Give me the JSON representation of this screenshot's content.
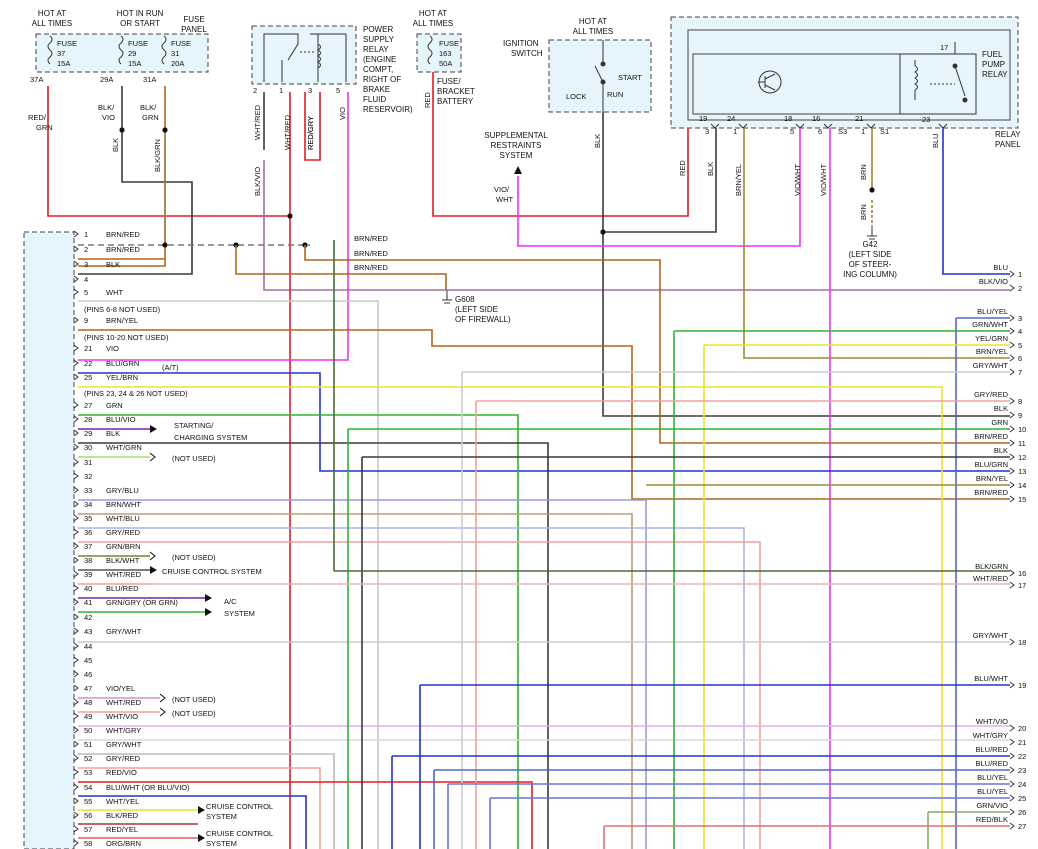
{
  "headers": [
    {
      "id": "hdr-hot-37",
      "lines": [
        "HOT AT",
        "ALL TIMES"
      ]
    },
    {
      "id": "hdr-hot-run",
      "lines": [
        "HOT IN RUN",
        "OR START"
      ]
    },
    {
      "id": "hdr-fuse-panel",
      "lines": [
        "FUSE",
        "PANEL"
      ]
    },
    {
      "id": "hdr-hot-163",
      "lines": [
        "HOT AT",
        "ALL TIMES"
      ]
    },
    {
      "id": "hdr-hot-ign",
      "lines": [
        "HOT AT",
        "ALL TIMES"
      ]
    }
  ],
  "fuses": [
    {
      "id": "fuse-37",
      "name": "FUSE",
      "number": "37",
      "rating": "15A",
      "terminal": "37A"
    },
    {
      "id": "fuse-29",
      "name": "FUSE",
      "number": "29",
      "rating": "15A",
      "terminal": "29A"
    },
    {
      "id": "fuse-31",
      "name": "FUSE",
      "number": "31",
      "rating": "20A",
      "terminal": "31A"
    },
    {
      "id": "fuse-163",
      "name": "FUSE",
      "number": "163",
      "rating": "50A",
      "terminal": ""
    }
  ],
  "components": {
    "power_supply_relay": {
      "lines": [
        "POWER",
        "SUPPLY",
        "RELAY",
        "(ENGINE",
        "COMPT,",
        "RIGHT OF",
        "BRAKE",
        "FLUID",
        "RESERVOIR)"
      ],
      "pins": [
        "2",
        "1",
        "3",
        "5"
      ]
    },
    "fuse_bracket": {
      "lines": [
        "FUSE/",
        "BRACKET",
        "BATTERY"
      ]
    },
    "ignition_switch": {
      "lines": [
        "IGNITION",
        "SWITCH"
      ],
      "positions": [
        "LOCK",
        "RUN",
        "START"
      ]
    },
    "fuel_pump_relay": {
      "lines": [
        "FUEL",
        "PUMP",
        "RELAY"
      ],
      "pin_top": "17",
      "pin_bottom": "23"
    },
    "relay_panel": {
      "lines": [
        "RELAY",
        "PANEL"
      ]
    },
    "srs": {
      "lines": [
        "SUPPLEMENTAL",
        "RESTRAINTS",
        "SYSTEM"
      ]
    },
    "g608": {
      "lines": [
        "G608",
        "(LEFT SIDE",
        "OF FIREWALL)"
      ]
    },
    "g42": {
      "lines": [
        "G42",
        "(LEFT SIDE",
        "OF STEER-",
        "ING COLUMN)"
      ]
    }
  },
  "relay_panel_pins": {
    "inner": [
      "19",
      "24",
      "18",
      "16",
      "21"
    ],
    "outer": [
      "3",
      "1",
      "5",
      "6",
      "S3",
      "1",
      "S1"
    ]
  },
  "top_wire_labels": [
    "RED/",
    "GRN",
    "BLK/",
    "VIO",
    "BLK/",
    "GRN",
    "BLK",
    "BLK/GRN",
    "WHT/RED",
    "WHT/RED",
    "RED/GRY",
    "RED/GRY",
    "VIO",
    "BLK/VIO",
    "RED",
    "VIO/",
    "WHT",
    "BLK",
    "RED",
    "BLK",
    "BRN/YEL",
    "VIO/WHT",
    "VIO/WHT",
    "BRN",
    "BRN",
    "BLU"
  ],
  "left_pins": [
    {
      "n": "1",
      "label": "BRN/RED"
    },
    {
      "n": "2",
      "label": "BRN/RED"
    },
    {
      "n": "3",
      "label": "BLK"
    },
    {
      "n": "4",
      "label": ""
    },
    {
      "n": "5",
      "label": "WHT"
    },
    {
      "n": "",
      "label": "(PINS 6-8 NOT USED)"
    },
    {
      "n": "9",
      "label": "BRN/YEL"
    },
    {
      "n": "",
      "label": "(PINS 10-20 NOT USED)"
    },
    {
      "n": "21",
      "label": "VIO"
    },
    {
      "n": "22",
      "label": "BLU/GRN"
    },
    {
      "n": "25",
      "label": "YEL/BRN"
    },
    {
      "n": "",
      "label": "(PINS 23, 24 & 26 NOT USED)"
    },
    {
      "n": "27",
      "label": "GRN"
    },
    {
      "n": "28",
      "label": "BLU/VIO"
    },
    {
      "n": "29",
      "label": "BLK"
    },
    {
      "n": "30",
      "label": "WHT/GRN"
    },
    {
      "n": "31",
      "label": ""
    },
    {
      "n": "32",
      "label": ""
    },
    {
      "n": "33",
      "label": "GRY/BLU"
    },
    {
      "n": "34",
      "label": "BRN/WHT"
    },
    {
      "n": "35",
      "label": "WHT/BLU"
    },
    {
      "n": "36",
      "label": "GRY/RED"
    },
    {
      "n": "37",
      "label": "GRN/BRN"
    },
    {
      "n": "38",
      "label": "BLK/WHT"
    },
    {
      "n": "39",
      "label": "WHT/RED"
    },
    {
      "n": "40",
      "label": "BLU/RED"
    },
    {
      "n": "41",
      "label": "GRN/GRY (OR GRN)"
    },
    {
      "n": "42",
      "label": ""
    },
    {
      "n": "43",
      "label": "GRY/WHT"
    },
    {
      "n": "44",
      "label": ""
    },
    {
      "n": "45",
      "label": ""
    },
    {
      "n": "46",
      "label": ""
    },
    {
      "n": "47",
      "label": "VIO/YEL"
    },
    {
      "n": "48",
      "label": "WHT/RED"
    },
    {
      "n": "49",
      "label": "WHT/VIO"
    },
    {
      "n": "50",
      "label": "WHT/GRY"
    },
    {
      "n": "51",
      "label": "GRY/WHT"
    },
    {
      "n": "52",
      "label": "GRY/RED"
    },
    {
      "n": "53",
      "label": "RED/VIO"
    },
    {
      "n": "54",
      "label": "BLU/WHT (OR BLU/VIO)"
    },
    {
      "n": "55",
      "label": "WHT/YEL"
    },
    {
      "n": "56",
      "label": "BLK/RED"
    },
    {
      "n": "57",
      "label": "RED/YEL"
    },
    {
      "n": "58",
      "label": "ORG/BRN"
    }
  ],
  "left_extra_labels": [
    "BRN/RED",
    "BRN/RED",
    "BRN/RED",
    "(A/T)"
  ],
  "side_notes": [
    "STARTING/",
    "CHARGING SYSTEM",
    "(NOT USED)",
    "(NOT USED)",
    "CRUISE CONTROL SYSTEM",
    "A/C",
    "SYSTEM",
    "(NOT USED)",
    "(NOT USED)",
    "CRUISE CONTROL",
    "SYSTEM",
    "CRUISE CONTROL",
    "SYSTEM"
  ],
  "right_pins": [
    {
      "n": "1",
      "label": "BLU"
    },
    {
      "n": "2",
      "label": "BLK/VIO"
    },
    {
      "n": "3",
      "label": "BLU/YEL"
    },
    {
      "n": "4",
      "label": "GRN/WHT"
    },
    {
      "n": "5",
      "label": "YEL/GRN"
    },
    {
      "n": "6",
      "label": "BRN/YEL"
    },
    {
      "n": "7",
      "label": "GRY/WHT"
    },
    {
      "n": "8",
      "label": "GRY/RED"
    },
    {
      "n": "9",
      "label": "BLK"
    },
    {
      "n": "10",
      "label": "GRN"
    },
    {
      "n": "11",
      "label": "BRN/RED"
    },
    {
      "n": "12",
      "label": "BLK"
    },
    {
      "n": "13",
      "label": "BLU/GRN"
    },
    {
      "n": "14",
      "label": "BRN/YEL"
    },
    {
      "n": "15",
      "label": "BRN/RED"
    },
    {
      "n": "16",
      "label": "BLK/GRN"
    },
    {
      "n": "17",
      "label": "WHT/RED"
    },
    {
      "n": "18",
      "label": "GRY/WHT"
    },
    {
      "n": "19",
      "label": "BLU/WHT"
    },
    {
      "n": "20",
      "label": "WHT/VIO"
    },
    {
      "n": "21",
      "label": "WHT/GRY"
    },
    {
      "n": "22",
      "label": "BLU/RED"
    },
    {
      "n": "23",
      "label": "BLU/RED"
    },
    {
      "n": "24",
      "label": "BLU/YEL"
    },
    {
      "n": "25",
      "label": "BLU/YEL"
    },
    {
      "n": "26",
      "label": "GRN/VIO"
    },
    {
      "n": "27",
      "label": "RED/BLK"
    }
  ],
  "wire_colors": {
    "RED": "#e31b23",
    "BLK": "#3a3a3a",
    "BRN": "#b0651d",
    "GRN": "#2eb52e",
    "BLU": "#2233cc",
    "YEL": "#e6e62e",
    "VIO": "#ee33ee",
    "WHT": "#c8c8c8",
    "GRY": "#9a9a9a",
    "PINK": "#f0a0a0",
    "LIME": "#a8d878",
    "OLIVE": "#a08830"
  }
}
